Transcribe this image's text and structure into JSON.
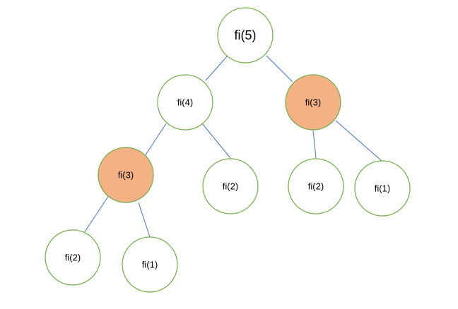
{
  "colors": {
    "background": "#ffffff",
    "node_fill": "#ffffff",
    "node_highlight_fill": "#f4b183",
    "node_stroke": "#70ad47",
    "edge_stroke": "#4472c4",
    "text": "#000000"
  },
  "tree": {
    "nodes": [
      {
        "id": "root",
        "label": "fi(5)",
        "highlighted": false
      },
      {
        "id": "n4",
        "label": "fi(4)",
        "highlighted": false
      },
      {
        "id": "n3-right",
        "label": "fi(3)",
        "highlighted": true
      },
      {
        "id": "n3-left",
        "label": "fi(3)",
        "highlighted": true
      },
      {
        "id": "n2-mid",
        "label": "fi(2)",
        "highlighted": false
      },
      {
        "id": "n2-right",
        "label": "fi(2)",
        "highlighted": false
      },
      {
        "id": "n1-right",
        "label": "fi(1)",
        "highlighted": false
      },
      {
        "id": "n2-bottom",
        "label": "fi(2)",
        "highlighted": false
      },
      {
        "id": "n1-bottom",
        "label": "fi(1)",
        "highlighted": false
      }
    ],
    "edges": [
      {
        "from": "root",
        "to": "n4"
      },
      {
        "from": "root",
        "to": "n3-right"
      },
      {
        "from": "n4",
        "to": "n3-left"
      },
      {
        "from": "n4",
        "to": "n2-mid"
      },
      {
        "from": "n3-right",
        "to": "n2-right"
      },
      {
        "from": "n3-right",
        "to": "n1-right"
      },
      {
        "from": "n3-left",
        "to": "n2-bottom"
      },
      {
        "from": "n3-left",
        "to": "n1-bottom"
      }
    ]
  }
}
